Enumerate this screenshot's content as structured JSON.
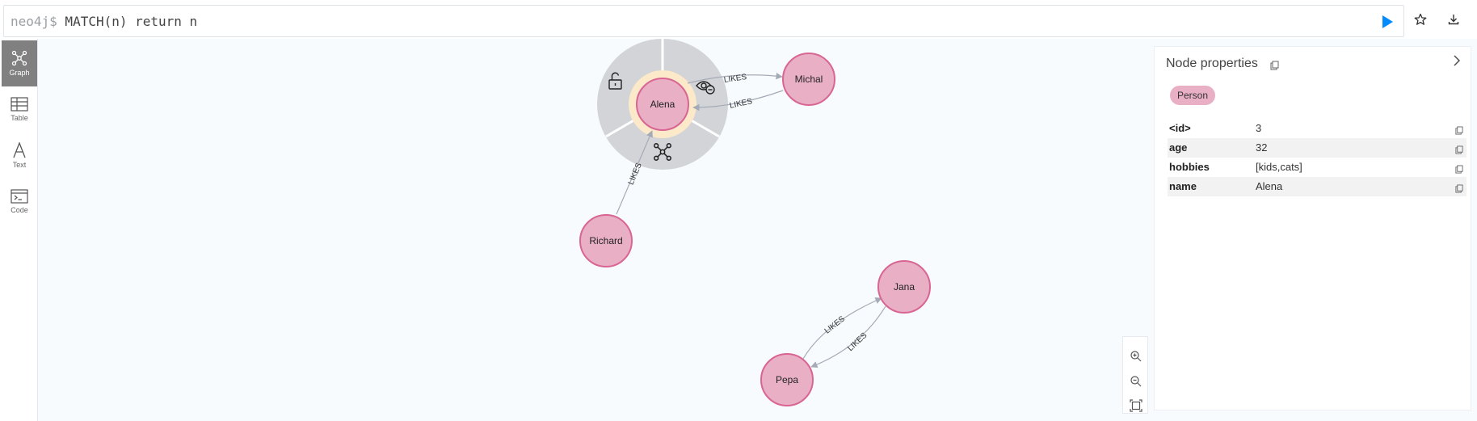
{
  "editor": {
    "prompt": "neo4j$",
    "query": " MATCH(n) return n"
  },
  "icons": {
    "run": "play-icon",
    "favorite": "star-icon",
    "download": "download-icon",
    "close": "chevron-right-icon",
    "copy": "copy-icon",
    "zoom_in": "zoom-in-icon",
    "zoom_out": "zoom-out-icon",
    "fit": "fit-to-screen-icon",
    "unlock": "unlock-icon",
    "hide": "eye-hide-icon",
    "expand": "expand-graph-icon"
  },
  "sidebar": {
    "items": [
      {
        "label": "Graph",
        "active": true
      },
      {
        "label": "Table",
        "active": false
      },
      {
        "label": "Text",
        "active": false
      },
      {
        "label": "Code",
        "active": false
      }
    ]
  },
  "graph": {
    "nodes": {
      "alena": "Alena",
      "michal": "Michal",
      "richard": "Richard",
      "jana": "Jana",
      "pepa": "Pepa"
    },
    "rel_label": "LIKES"
  },
  "properties": {
    "title": "Node properties",
    "label": "Person",
    "rows": [
      {
        "key": "<id>",
        "value": "3"
      },
      {
        "key": "age",
        "value": "32"
      },
      {
        "key": "hobbies",
        "value": "[kids,cats]"
      },
      {
        "key": "name",
        "value": "Alena"
      }
    ]
  },
  "colors": {
    "node_fill": "#e9afc4",
    "node_border": "#d86593",
    "ring_selected": "#fbe9c9",
    "menu_gray": "#d2d4d8",
    "active_tab": "#808080",
    "run_blue": "#018bff"
  }
}
